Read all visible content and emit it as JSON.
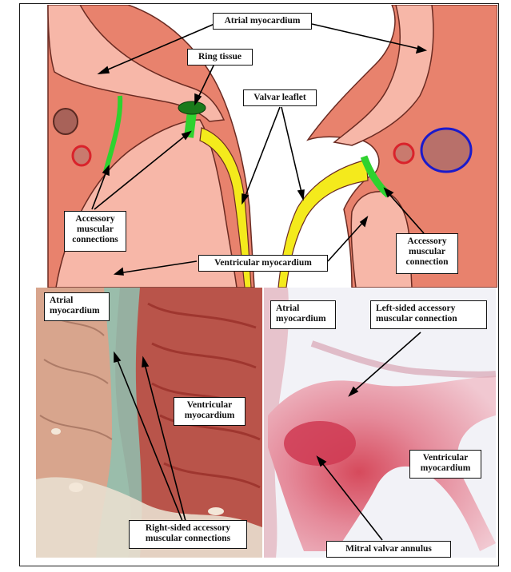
{
  "labels": {
    "atrial_myocardium_top": "Atrial myocardium",
    "ring_tissue": "Ring tissue",
    "valvar_leaflet": "Valvar leaflet",
    "accessory_left": "Accessory\nmuscular\nconnections",
    "accessory_right": "Accessory\nmuscular\nconnection",
    "ventricular_myocardium_top": "Ventricular myocardium",
    "atrial_myocardium_bl": "Atrial\nmyocardium",
    "ventricular_myocardium_bl": "Ventricular\nmyocardium",
    "right_sided_accessory": "Right-sided accessory\nmuscular connections",
    "atrial_myocardium_br": "Atrial\nmyocardium",
    "left_sided_accessory": "Left-sided accessory\nmuscular connection",
    "ventricular_myocardium_br": "Ventricular\nmyocardium",
    "mitral_valvar_annulus": "Mitral valvar annulus"
  },
  "colors": {
    "ventricle_pink": "#e8826d",
    "atrium_pink": "#f7b7a8",
    "leaflet_yellow": "#f4ea1c",
    "connection_green": "#2fd22f",
    "ring_green": "#1a7a1a",
    "vessel_red": "#d9232b",
    "vessel_blue": "#1a1acc",
    "histology_red": "#a8322a",
    "histology_teal": "#5aa9a0",
    "histology_pink": "#e8a2b0"
  }
}
